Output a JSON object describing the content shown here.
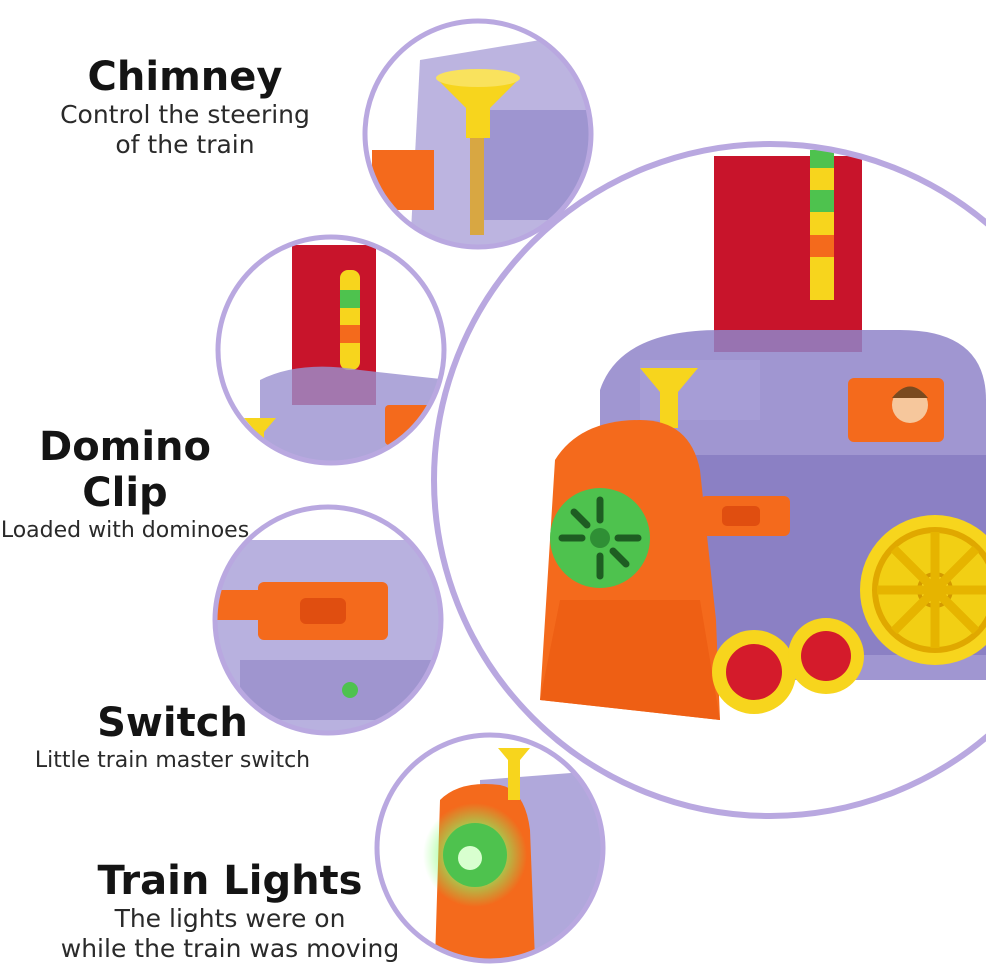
{
  "features": [
    {
      "title": "Chimney",
      "description": "Control the steering\nof the train"
    },
    {
      "title": "Domino Clip",
      "description": "Loaded with dominoes"
    },
    {
      "title": "Switch",
      "description": "Little train master switch"
    },
    {
      "title": "Train Lights",
      "description": "The lights were on\nwhile the train was moving"
    }
  ],
  "colors": {
    "ring": "#b9a8e0",
    "train_body": "#8f84c9",
    "orange": "#f46a1c",
    "red": "#c9182d",
    "yellow": "#f7d51d",
    "green": "#4ec24e"
  }
}
